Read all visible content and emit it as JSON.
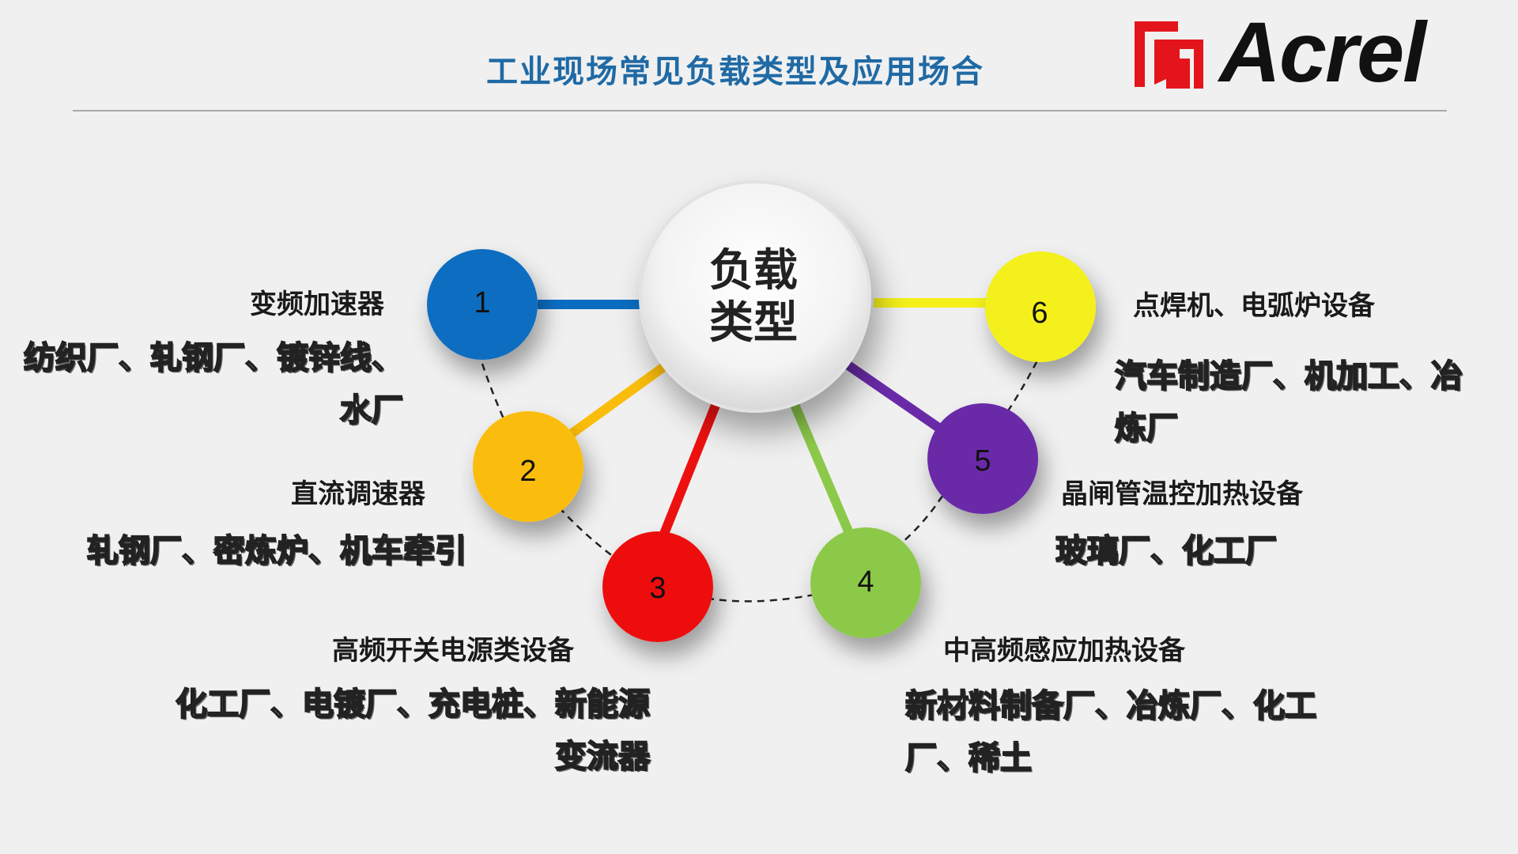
{
  "header": {
    "title": "工业现场常见负载类型及应用场合",
    "logo_text": "Acrel"
  },
  "center": {
    "line1": "负载",
    "line2": "类型"
  },
  "nodes": [
    {
      "number": "1",
      "color": "#0b6dc1",
      "label": "变频加速器",
      "desc_line1": "纺织厂、轧钢厂、镀锌线、",
      "desc_line2": "水厂"
    },
    {
      "number": "2",
      "color": "#fbbd0b",
      "label": "直流调速器",
      "desc_line1": "轧钢厂、密炼炉、机车牵引",
      "desc_line2": ""
    },
    {
      "number": "3",
      "color": "#ee1010",
      "label": "高频开关电源类设备",
      "desc_line1": "化工厂、电镀厂、充电桩、新能源",
      "desc_line2": "变流器"
    },
    {
      "number": "4",
      "color": "#8cc94a",
      "label": "中高频感应加热设备",
      "desc_line1": "新材料制备厂、冶炼厂、化工",
      "desc_line2": "厂、稀土"
    },
    {
      "number": "5",
      "color": "#6a2aa8",
      "label": "晶闸管温控加热设备",
      "desc_line1": "玻璃厂、化工厂",
      "desc_line2": ""
    },
    {
      "number": "6",
      "color": "#f4f01a",
      "label": "点焊机、电弧炉设备",
      "desc_line1": "汽车制造厂、机加工、冶",
      "desc_line2": "炼厂"
    }
  ],
  "colors": {
    "title": "#1f6aa5",
    "logo_red": "#e3151b"
  }
}
